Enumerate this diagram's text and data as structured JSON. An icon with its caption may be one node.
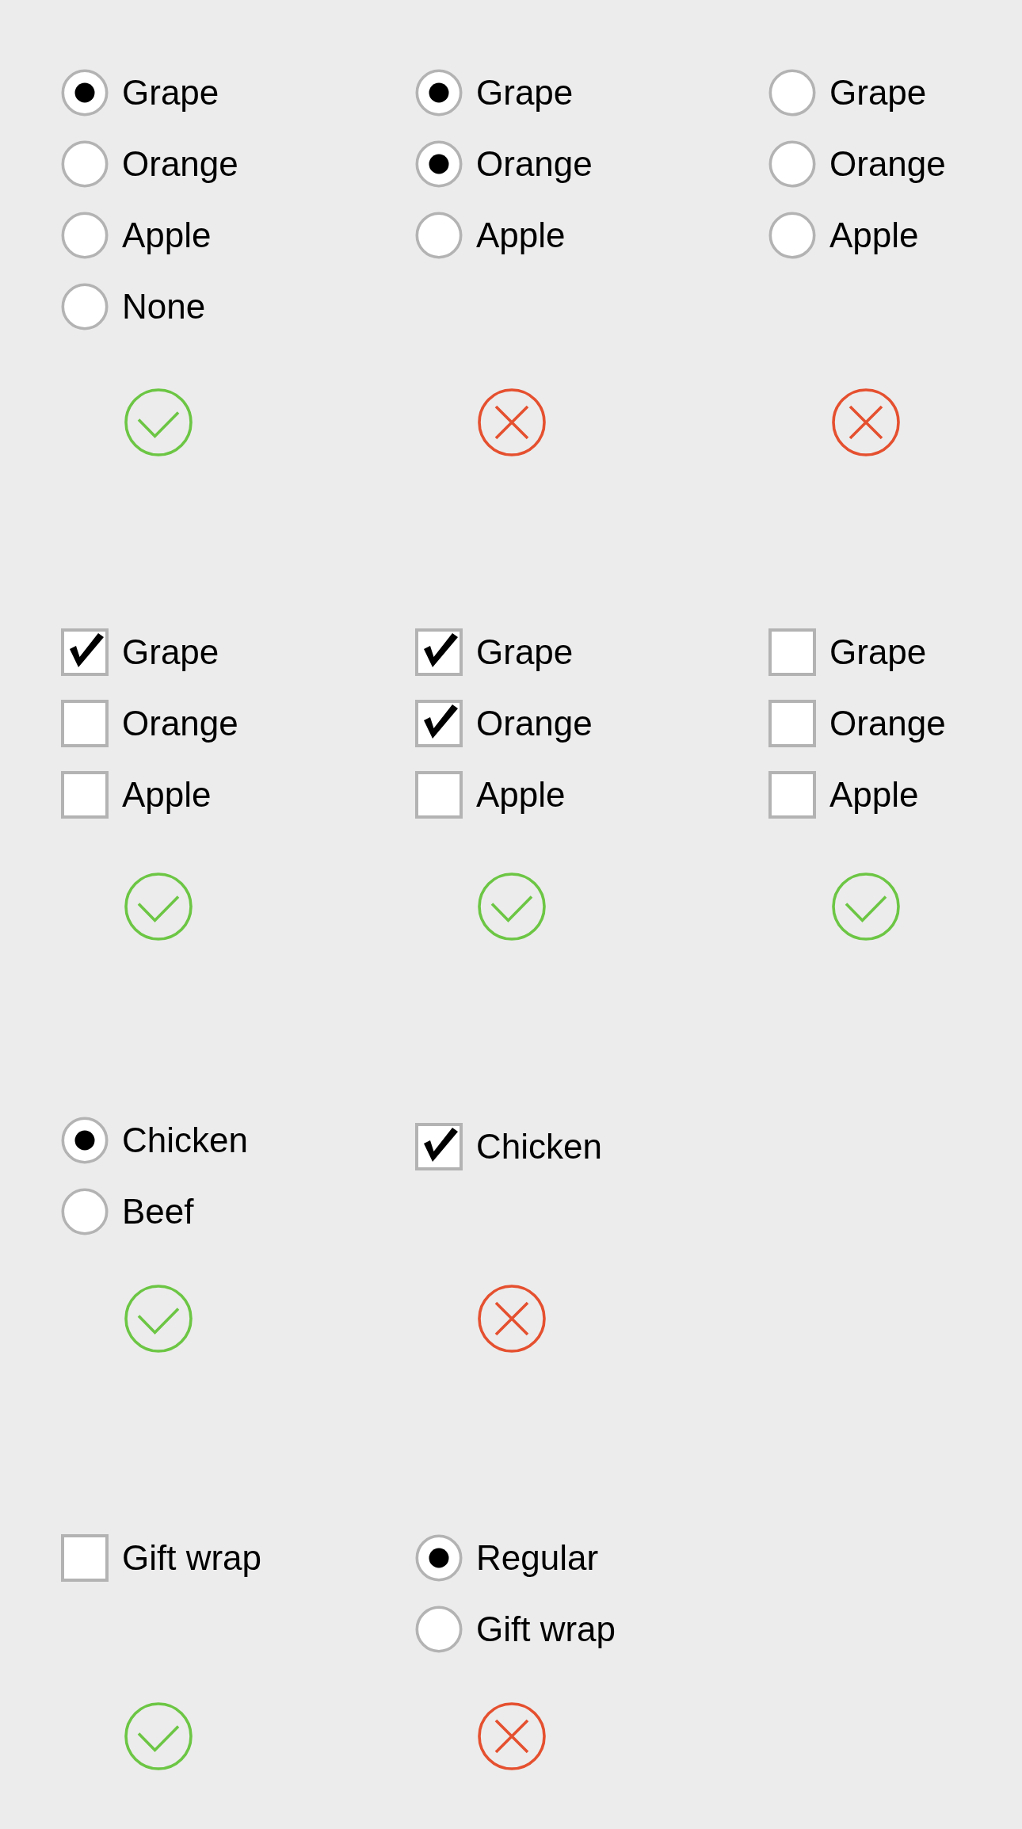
{
  "diagram": {
    "labels": [
      "Grape",
      "Orange",
      "Apple",
      "None",
      "Grape",
      "Orange",
      "Apple",
      "Grape",
      "Orange",
      "Apple",
      "Grape",
      "Orange",
      "Apple",
      "Grape",
      "Orange",
      "Apple",
      "Grape",
      "Orange",
      "Apple",
      "Chicken",
      "Beef",
      "Chicken",
      "Gift wrap",
      "Regular",
      "Gift wrap"
    ]
  }
}
